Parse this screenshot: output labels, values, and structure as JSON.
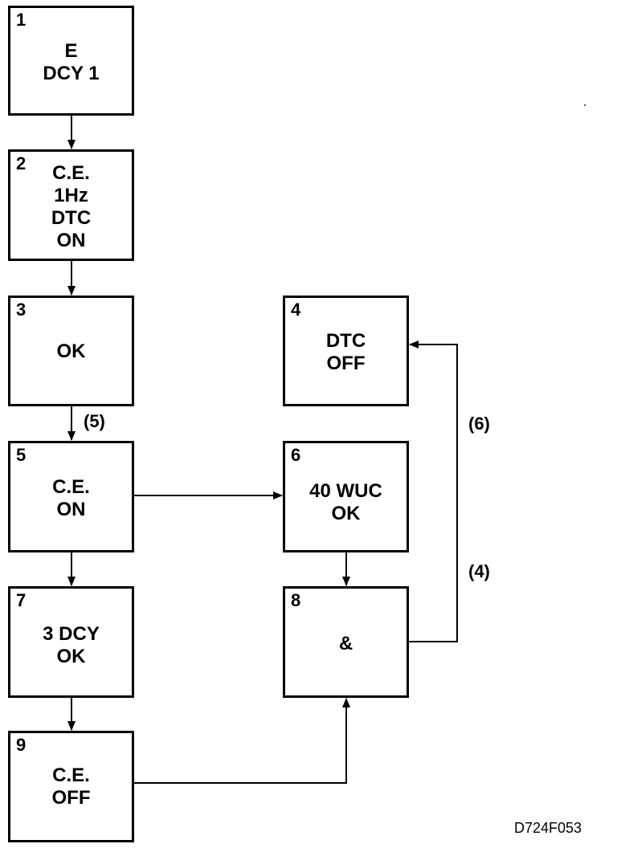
{
  "boxes": [
    {
      "number": "1",
      "lines": [
        "E",
        "DCY 1"
      ]
    },
    {
      "number": "2",
      "lines": [
        "C.E.",
        "1Hz",
        "DTC",
        "ON"
      ]
    },
    {
      "number": "3",
      "lines": [
        "OK"
      ]
    },
    {
      "number": "4",
      "lines": [
        "DTC",
        "OFF"
      ]
    },
    {
      "number": "5",
      "lines": [
        "C.E.",
        "ON"
      ]
    },
    {
      "number": "6",
      "lines": [
        "40 WUC",
        "OK"
      ]
    },
    {
      "number": "7",
      "lines": [
        "3 DCY",
        "OK"
      ]
    },
    {
      "number": "8",
      "lines": [
        "&"
      ]
    },
    {
      "number": "9",
      "lines": [
        "C.E.",
        "OFF"
      ]
    }
  ],
  "connector_labels": {
    "l5": "(5)",
    "l6": "(6)",
    "l4": "(4)"
  },
  "figure_id": "D724F053"
}
